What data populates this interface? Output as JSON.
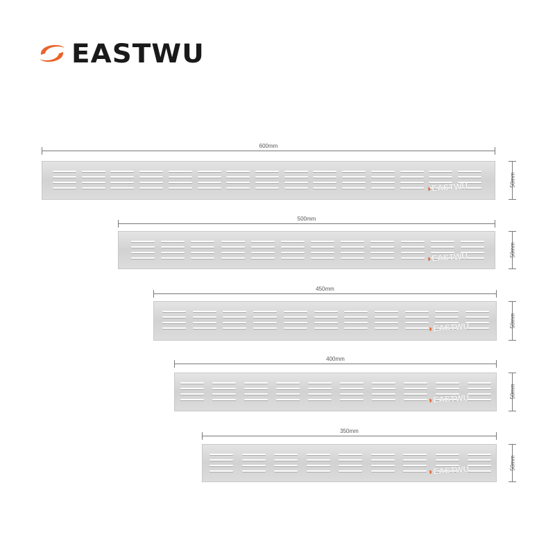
{
  "brand": {
    "name": "EASTWU",
    "accent": "#e8642a"
  },
  "grilles": [
    {
      "length_label": "600mm",
      "height_label": "50mm",
      "slot_groups": 15
    },
    {
      "length_label": "500mm",
      "height_label": "50mm",
      "slot_groups": 12
    },
    {
      "length_label": "450mm",
      "height_label": "50mm",
      "slot_groups": 11
    },
    {
      "length_label": "400mm",
      "height_label": "50mm",
      "slot_groups": 10
    },
    {
      "length_label": "350mm",
      "height_label": "50mm",
      "slot_groups": 9
    }
  ]
}
